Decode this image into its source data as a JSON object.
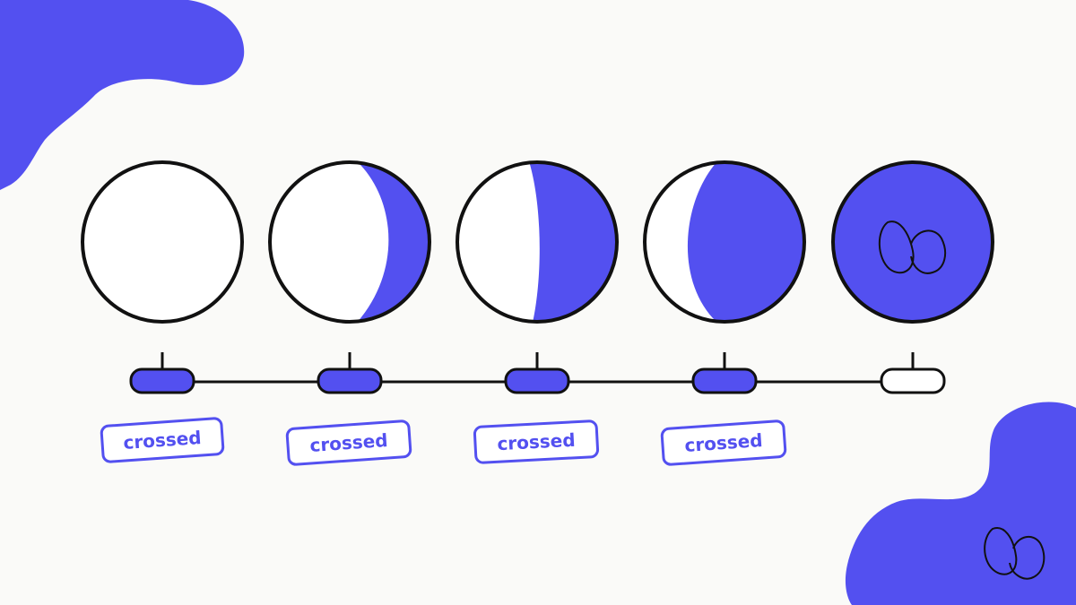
{
  "colors": {
    "accent": "#5350f0",
    "ink": "#111111",
    "background": "#fafaf8",
    "track_empty": "#ffffff"
  },
  "icons": {
    "corner_top_left": "blob-shape",
    "corner_bottom_right": "blob-shape",
    "logo": "double-loop-logo-icon"
  },
  "steps": [
    {
      "phase_fill": 0.0,
      "status": "crossed",
      "track_filled": true
    },
    {
      "phase_fill": 0.25,
      "status": "crossed",
      "track_filled": true
    },
    {
      "phase_fill": 0.5,
      "status": "crossed",
      "track_filled": true
    },
    {
      "phase_fill": 0.75,
      "status": "crossed",
      "track_filled": true
    },
    {
      "phase_fill": 1.0,
      "status": "",
      "track_filled": false
    }
  ]
}
